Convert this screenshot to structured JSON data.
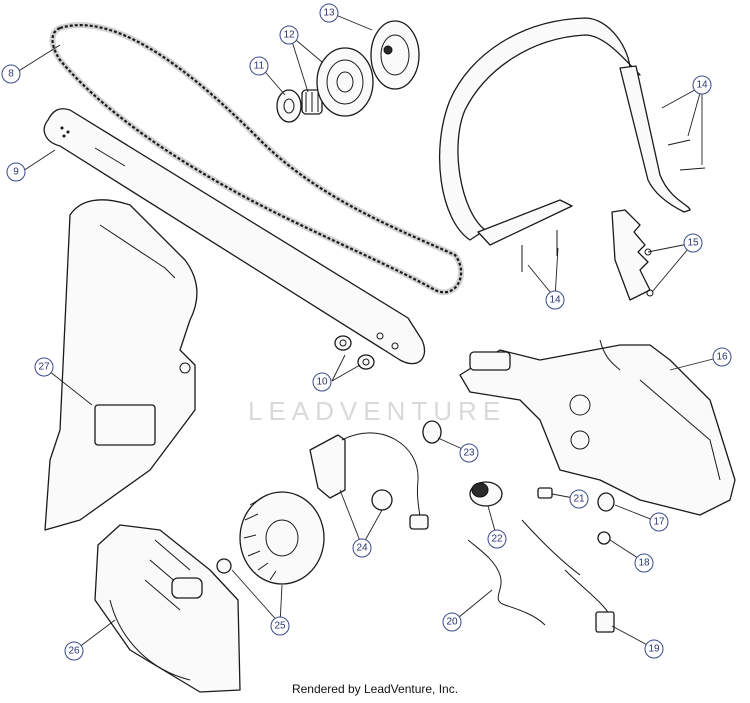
{
  "watermark": "LEADVENTURE",
  "footer": "Rendered by LeadVenture, Inc.",
  "callouts": [
    {
      "id": "c8",
      "label": "8"
    },
    {
      "id": "c9",
      "label": "9"
    },
    {
      "id": "c10",
      "label": "10"
    },
    {
      "id": "c11",
      "label": "11"
    },
    {
      "id": "c12",
      "label": "12"
    },
    {
      "id": "c13",
      "label": "13"
    },
    {
      "id": "c14a",
      "label": "14"
    },
    {
      "id": "c14b",
      "label": "14"
    },
    {
      "id": "c15",
      "label": "15"
    },
    {
      "id": "c16",
      "label": "16"
    },
    {
      "id": "c17",
      "label": "17"
    },
    {
      "id": "c18",
      "label": "18"
    },
    {
      "id": "c19",
      "label": "19"
    },
    {
      "id": "c20",
      "label": "20"
    },
    {
      "id": "c21",
      "label": "21"
    },
    {
      "id": "c22",
      "label": "22"
    },
    {
      "id": "c23",
      "label": "23"
    },
    {
      "id": "c24",
      "label": "24"
    },
    {
      "id": "c25",
      "label": "25"
    },
    {
      "id": "c26",
      "label": "26"
    },
    {
      "id": "c27",
      "label": "27"
    }
  ]
}
